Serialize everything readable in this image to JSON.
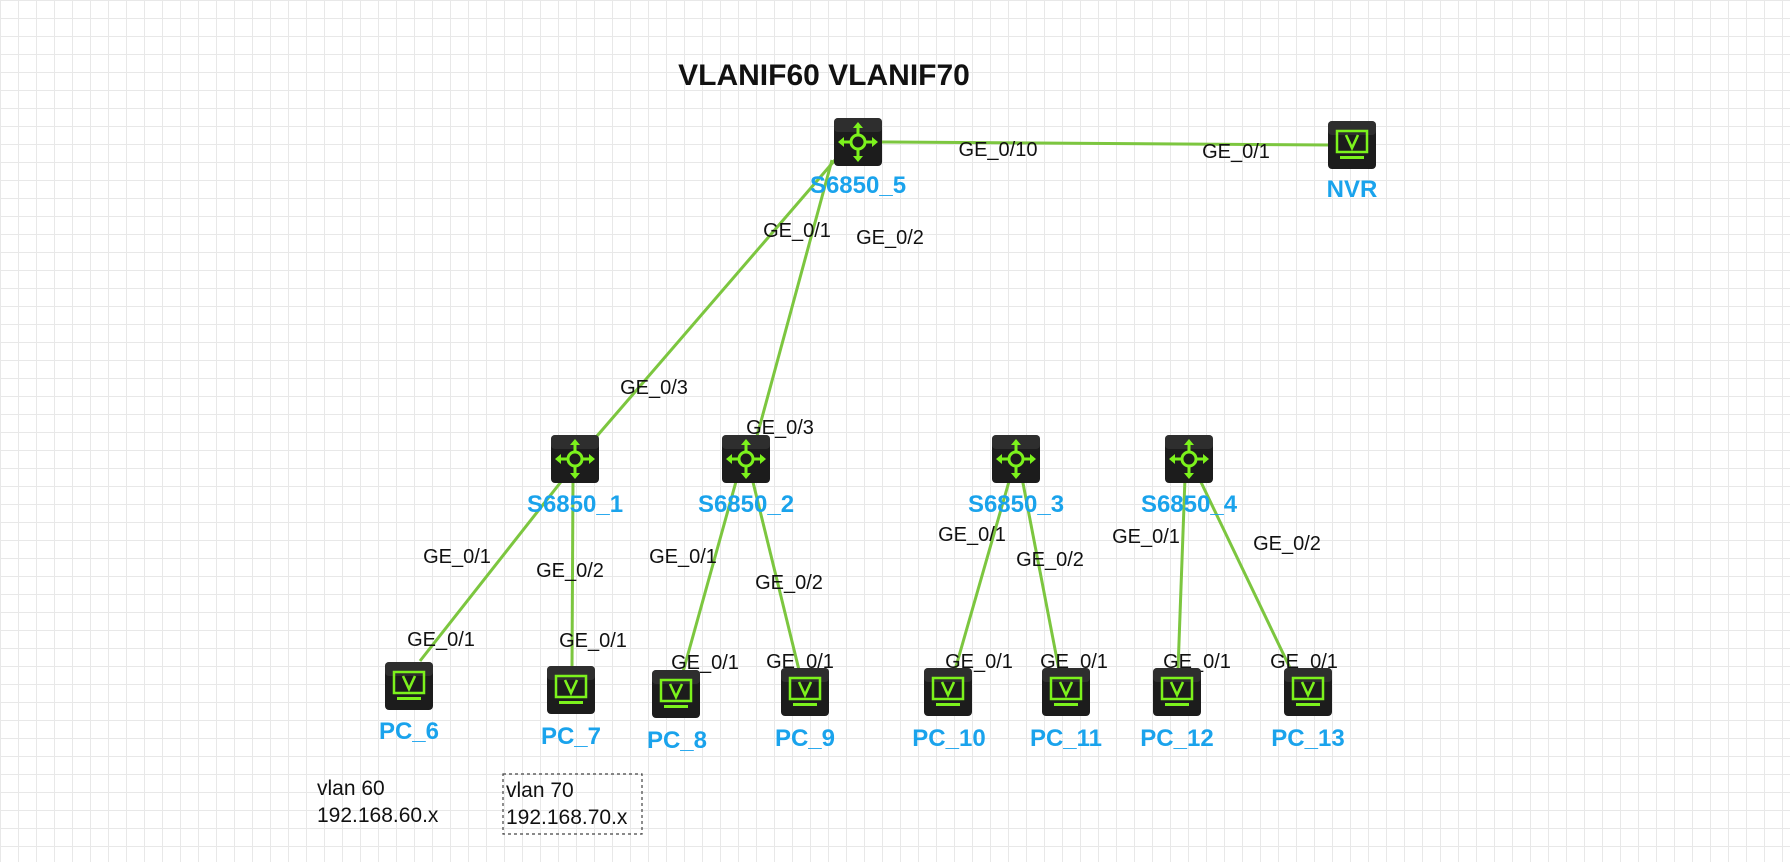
{
  "title": "VLANIF60 VLANIF70",
  "colors": {
    "link": "#7cc63f",
    "label": "#1aa3ec",
    "icon_bg": "#1c1c1c",
    "icon_fg": "#7cf21c"
  },
  "devices": [
    {
      "id": "S6850_5",
      "label": "S6850_5",
      "type": "switch",
      "icon": "switch-icon"
    },
    {
      "id": "NVR",
      "label": "NVR",
      "type": "pc",
      "icon": "monitor-icon"
    },
    {
      "id": "S6850_1",
      "label": "S6850_1",
      "type": "switch",
      "icon": "switch-icon"
    },
    {
      "id": "S6850_2",
      "label": "S6850_2",
      "type": "switch",
      "icon": "switch-icon"
    },
    {
      "id": "S6850_3",
      "label": "S6850_3",
      "type": "switch",
      "icon": "switch-icon"
    },
    {
      "id": "S6850_4",
      "label": "S6850_4",
      "type": "switch",
      "icon": "switch-icon"
    },
    {
      "id": "PC_6",
      "label": "PC_6",
      "type": "pc",
      "icon": "monitor-icon"
    },
    {
      "id": "PC_7",
      "label": "PC_7",
      "type": "pc",
      "icon": "monitor-icon"
    },
    {
      "id": "PC_8",
      "label": "PC_8",
      "type": "pc",
      "icon": "monitor-icon"
    },
    {
      "id": "PC_9",
      "label": "PC_9",
      "type": "pc",
      "icon": "monitor-icon"
    },
    {
      "id": "PC_10",
      "label": "PC_10",
      "type": "pc",
      "icon": "monitor-icon"
    },
    {
      "id": "PC_11",
      "label": "PC_11",
      "type": "pc",
      "icon": "monitor-icon"
    },
    {
      "id": "PC_12",
      "label": "PC_12",
      "type": "pc",
      "icon": "monitor-icon"
    },
    {
      "id": "PC_13",
      "label": "PC_13",
      "type": "pc",
      "icon": "monitor-icon"
    }
  ],
  "links": [
    {
      "from": "S6850_5",
      "to": "NVR",
      "from_port": "GE_0/10",
      "to_port": "GE_0/1"
    },
    {
      "from": "S6850_5",
      "to": "S6850_1",
      "from_port": "GE_0/1",
      "to_port": "GE_0/3"
    },
    {
      "from": "S6850_5",
      "to": "S6850_2",
      "from_port": "GE_0/2",
      "to_port": "GE_0/3"
    },
    {
      "from": "S6850_1",
      "to": "PC_6",
      "from_port": "GE_0/1",
      "to_port": "GE_0/1"
    },
    {
      "from": "S6850_1",
      "to": "PC_7",
      "from_port": "GE_0/2",
      "to_port": "GE_0/1"
    },
    {
      "from": "S6850_2",
      "to": "PC_8",
      "from_port": "GE_0/1",
      "to_port": "GE_0/1"
    },
    {
      "from": "S6850_2",
      "to": "PC_9",
      "from_port": "GE_0/2",
      "to_port": "GE_0/1"
    },
    {
      "from": "S6850_3",
      "to": "PC_10",
      "from_port": "GE_0/1",
      "to_port": "GE_0/1"
    },
    {
      "from": "S6850_3",
      "to": "PC_11",
      "from_port": "GE_0/2",
      "to_port": "GE_0/1"
    },
    {
      "from": "S6850_4",
      "to": "PC_12",
      "from_port": "GE_0/1",
      "to_port": "GE_0/1"
    },
    {
      "from": "S6850_4",
      "to": "PC_13",
      "from_port": "GE_0/2",
      "to_port": "GE_0/1"
    }
  ],
  "notes": [
    {
      "line1": "vlan 60",
      "line2": "192.168.60.x",
      "boxed": false
    },
    {
      "line1": "vlan 70",
      "line2": "192.168.70.x",
      "boxed": true
    }
  ]
}
